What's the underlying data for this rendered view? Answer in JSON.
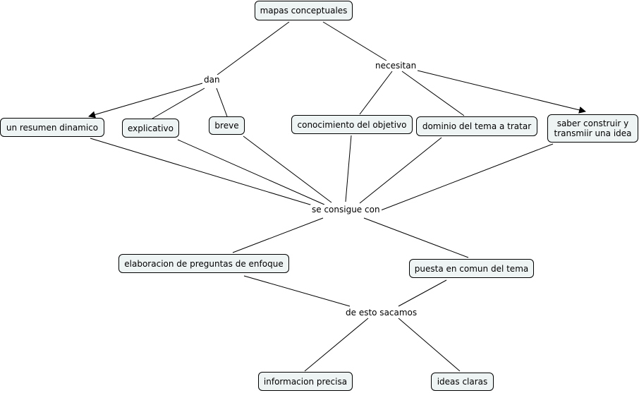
{
  "concepts": {
    "mapas": "mapas conceptuales",
    "resumen": "un resumen dinamico",
    "explicativo": "explicativo",
    "breve": "breve",
    "conocimiento": "conocimiento del objetivo",
    "dominio": "dominio del tema a tratar",
    "saber": "saber construir y\ntransmiir una idea",
    "elaboracion": "elaboracion de preguntas de enfoque",
    "puesta": "puesta en comun del tema",
    "informacion": "informacion precisa",
    "ideas": "ideas claras"
  },
  "links": {
    "dan": "dan",
    "necesitan": "necesitan",
    "consigue": "se consigue con",
    "sacamos": "de esto sacamos"
  },
  "colors": {
    "node_fill": "#eef3f3",
    "stroke": "#000000"
  }
}
